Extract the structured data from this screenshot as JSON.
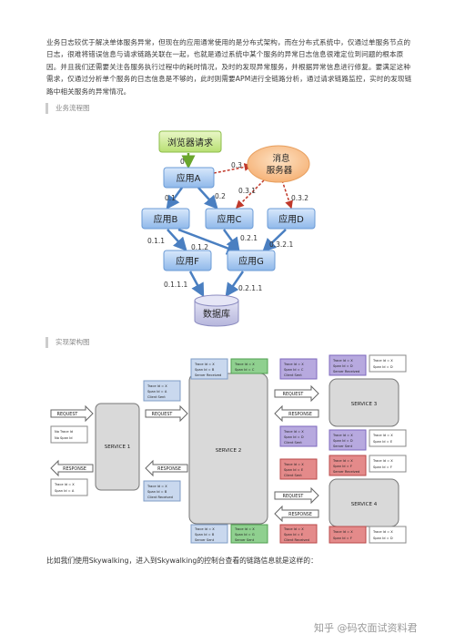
{
  "paragraph": "业务日志较优于解决单体服务异常，但现在的应用通常使用的是分布式架构，而在分布式系统中，仅通过单服务节点的日志，很难将错误信息与请求链路关联在一起，也就是通过系统中某个服务的异常日志信息很难定位到问题的根本原因。并且我们还需要关注各服务执行过程中的耗时情况，及时的发现异常服务，并根据异常信息进行修复。要满足这种需求，仅通过分析单个服务的日志信息是不够的，此时则需要APM进行全链路分析，通过请求链路监控，实时的发现链路中相关服务的异常情况。",
  "section1_title": "业务流程图",
  "section2_title": "实现架构图",
  "flow": {
    "browser": "浏览器请求",
    "appA": "应用A",
    "appB": "应用B",
    "appC": "应用C",
    "appD": "应用D",
    "appF": "应用F",
    "appG": "应用G",
    "mq_line1": "消息",
    "mq_line2": "服务器",
    "db": "数据库",
    "e0": "0",
    "e03": "0.3",
    "e01": "0.1",
    "e02": "0.2",
    "e031": "0.3.1",
    "e032": "0.3.2",
    "e011": "0.1.1",
    "e012": "0.1.2",
    "e021": "0.2.1",
    "e0321": "0.3.2.1",
    "e0111": "0.1.1.1",
    "e0211": "0.2.1.1"
  },
  "arch": {
    "service1": "SERVICE 1",
    "service2": "SERVICE 2",
    "service3": "SERVICE 3",
    "service4": "SERVICE 4",
    "request": "REQUEST",
    "response": "RESPONSE",
    "no_trace_1": "No Trace Id",
    "no_trace_2": "No Span Id",
    "tx_1": "Trace Id = X",
    "tx_a": "Span Id = A",
    "tx_b": "Span Id = B",
    "tx_c": "Span Id = C",
    "tx_d": "Span Id = D",
    "tx_e": "Span Id = E",
    "tx_f": "Span Id = F",
    "tx_g": "Span Id = G",
    "client_sent": "Client Sent",
    "client_received": "Client Received",
    "server_received": "Server Received",
    "server_sent": "Server Sent"
  },
  "caption": "比如我们使用Skywalking，进入到Skywalking的控制台查看的链路信息就是这样的：",
  "watermark": "知乎 @码农面试资料君"
}
